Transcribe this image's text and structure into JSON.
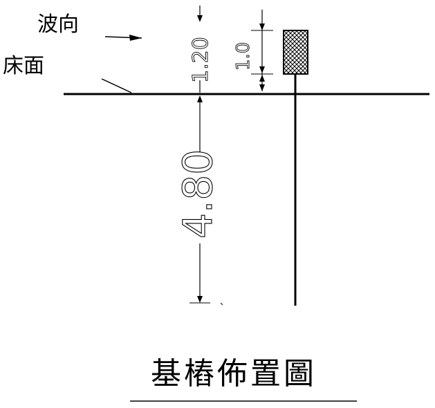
{
  "labels": {
    "wave_direction": "波向",
    "bed_surface": "床面",
    "title": "基樁佈置圖"
  },
  "dimensions": {
    "above_bed": "1.20",
    "marker_height": "1.0",
    "below_bed": "4.80"
  },
  "colors": {
    "ink": "#000000",
    "background": "#ffffff"
  },
  "icons": {
    "wave_arrow": "arrow-right-icon",
    "marker": "crosshatch-marker-icon"
  }
}
